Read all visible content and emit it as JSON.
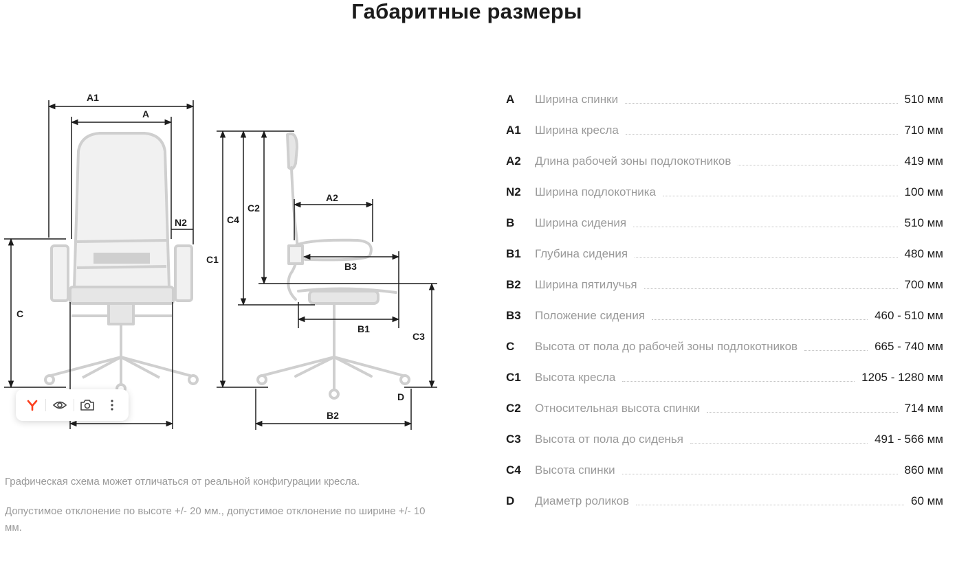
{
  "page": {
    "title": "Габаритные размеры"
  },
  "diagram": {
    "labels": {
      "A1": "A1",
      "A": "A",
      "N2": "N2",
      "C": "C",
      "C4": "C4",
      "C2": "C2",
      "C1": "C1",
      "A2": "A2",
      "B3": "B3",
      "B1": "B1",
      "C3": "C3",
      "D": "D",
      "B2": "B2"
    }
  },
  "toolbar": {
    "items": [
      {
        "name": "yandex-logo",
        "icon": "yandex-y-icon",
        "color": "#fc3f1d"
      },
      {
        "name": "view",
        "icon": "eye-icon"
      },
      {
        "name": "screenshot",
        "icon": "camera-search-icon"
      },
      {
        "name": "more",
        "icon": "kebab-menu-icon"
      }
    ]
  },
  "notes": {
    "note1": "Графическая схема может отличаться от реальной конфигурации кресла.",
    "note2": "Допустимое отклонение по высоте +/- 20 мм., допустимое отклонение по ширине +/- 10 мм."
  },
  "specs": [
    {
      "code": "A",
      "name": "Ширина спинки",
      "value": "510 мм"
    },
    {
      "code": "A1",
      "name": "Ширина кресла",
      "value": "710 мм"
    },
    {
      "code": "A2",
      "name": "Длина рабочей зоны подлокотников",
      "value": "419 мм"
    },
    {
      "code": "N2",
      "name": "Ширина подлокотника",
      "value": "100 мм"
    },
    {
      "code": "B",
      "name": "Ширина сидения",
      "value": "510 мм"
    },
    {
      "code": "B1",
      "name": "Глубина сидения",
      "value": "480 мм"
    },
    {
      "code": "B2",
      "name": "Ширина пятилучья",
      "value": "700 мм"
    },
    {
      "code": "B3",
      "name": "Положение сидения",
      "value": "460 - 510 мм"
    },
    {
      "code": "C",
      "name": "Высота от пола до рабочей зоны подлокотников",
      "value": "665 - 740 мм"
    },
    {
      "code": "C1",
      "name": "Высота кресла",
      "value": "1205 - 1280 мм"
    },
    {
      "code": "C2",
      "name": "Относительная высота спинки",
      "value": "714 мм"
    },
    {
      "code": "C3",
      "name": "Высота от пола до сиденья",
      "value": "491 - 566 мм"
    },
    {
      "code": "C4",
      "name": "Высота спинки",
      "value": "860 мм"
    },
    {
      "code": "D",
      "name": "Диаметр роликов",
      "value": "60 мм"
    }
  ],
  "colors": {
    "chair": "#cfcfcf",
    "line": "#1d1d1d",
    "muted_text": "#9a9a9a"
  }
}
